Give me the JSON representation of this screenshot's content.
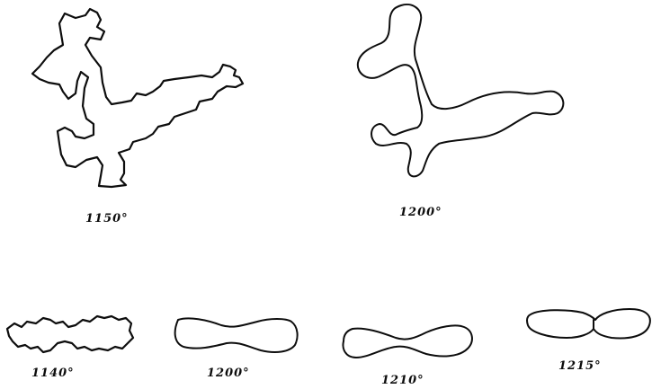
{
  "figure": {
    "ink_color": "#0d0d0d",
    "background_color": "#ffffff",
    "shapes": [
      {
        "id": "shape-1",
        "label": "1150°",
        "edge": "jagged"
      },
      {
        "id": "shape-2",
        "label": "1200°",
        "edge": "smooth"
      },
      {
        "id": "shape-3",
        "label": "1140°",
        "edge": "jagged"
      },
      {
        "id": "shape-4",
        "label": "1200°",
        "edge": "smooth"
      },
      {
        "id": "shape-5",
        "label": "1210°",
        "edge": "smooth"
      },
      {
        "id": "shape-6",
        "label": "1215°",
        "edge": "smooth"
      }
    ]
  }
}
